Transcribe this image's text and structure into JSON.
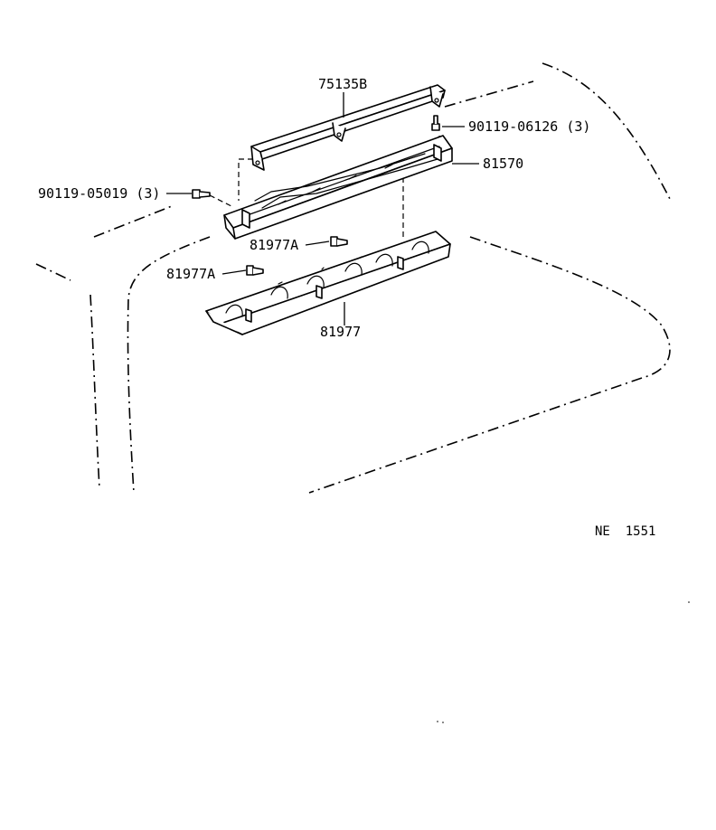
{
  "diagram": {
    "callouts": {
      "trim_strip": "75135B",
      "screw_right": "90119-06126 (3)",
      "lamp_assy": "81570",
      "screw_left": "90119-05019 (3)",
      "clip_upper": "81977A",
      "clip_lower": "81977A",
      "cover": "81977"
    },
    "reference_code": "NE  1551"
  }
}
